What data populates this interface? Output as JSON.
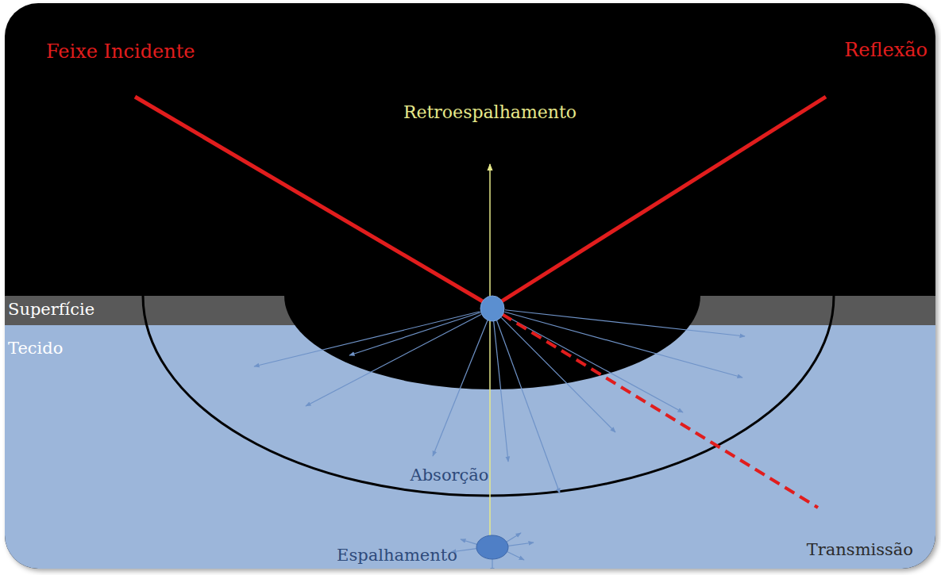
{
  "diagram": {
    "nodes": [
      {
        "text": [
          "Superfície"
        ]
      },
      {
        "text": [
          "Tecido"
        ]
      }
    ],
    "labels": [
      "Feixe Incidente",
      "Reflexão",
      "Retroespalhamento",
      "Absorção",
      "Espalhamento",
      "Transmissão"
    ]
  }
}
